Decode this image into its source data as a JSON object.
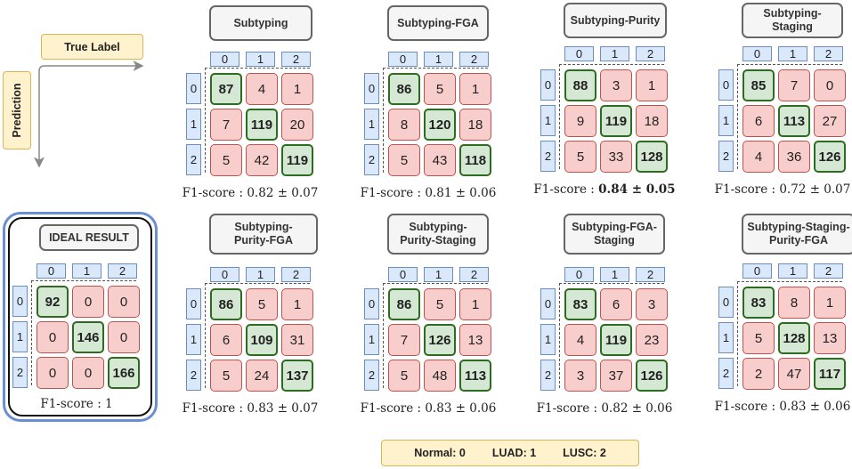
{
  "axis_labels": {
    "true_label": "True Label",
    "prediction": "Prediction"
  },
  "class_indices": [
    "0",
    "1",
    "2"
  ],
  "legend": [
    "Normal: 0",
    "LUAD: 1",
    "LUSC: 2"
  ],
  "ideal": {
    "title": "IDEAL RESULT",
    "matrix": [
      [
        92,
        0,
        0
      ],
      [
        0,
        146,
        0
      ],
      [
        0,
        0,
        166
      ]
    ],
    "f1_text": "F1-score : 1",
    "f1_bold": ""
  },
  "panels": [
    {
      "title": "Subtyping",
      "matrix": [
        [
          87,
          4,
          1
        ],
        [
          7,
          119,
          20
        ],
        [
          5,
          42,
          119
        ]
      ],
      "f1_text": "F1-score : 0.82 ± 0.07",
      "f1_bold": ""
    },
    {
      "title": "Subtyping-FGA",
      "matrix": [
        [
          86,
          5,
          1
        ],
        [
          8,
          120,
          18
        ],
        [
          5,
          43,
          118
        ]
      ],
      "f1_text": "F1-score : 0.81 ± 0.06",
      "f1_bold": ""
    },
    {
      "title": "Subtyping-Purity",
      "matrix": [
        [
          88,
          3,
          1
        ],
        [
          9,
          119,
          18
        ],
        [
          5,
          33,
          128
        ]
      ],
      "f1_text": "F1-score : ",
      "f1_bold": "0.84 ± 0.05"
    },
    {
      "title": "Subtyping-\nStaging",
      "matrix": [
        [
          85,
          7,
          0
        ],
        [
          6,
          113,
          27
        ],
        [
          4,
          36,
          126
        ]
      ],
      "f1_text": "F1-score : 0.72 ± 0.07",
      "f1_bold": ""
    },
    {
      "title": "Subtyping-\nPurity-FGA",
      "matrix": [
        [
          86,
          5,
          1
        ],
        [
          6,
          109,
          31
        ],
        [
          5,
          24,
          137
        ]
      ],
      "f1_text": "F1-score : 0.83 ± 0.07",
      "f1_bold": ""
    },
    {
      "title": "Subtyping-\nPurity-Staging",
      "matrix": [
        [
          86,
          5,
          1
        ],
        [
          7,
          126,
          13
        ],
        [
          5,
          48,
          113
        ]
      ],
      "f1_text": "F1-score : 0.83 ± 0.06",
      "f1_bold": ""
    },
    {
      "title": "Subtyping-FGA-\nStaging",
      "matrix": [
        [
          83,
          6,
          3
        ],
        [
          4,
          119,
          23
        ],
        [
          3,
          37,
          126
        ]
      ],
      "f1_text": "F1-score : 0.82 ± 0.06",
      "f1_bold": ""
    },
    {
      "title": "Subtyping-Staging-\nPurity-FGA",
      "matrix": [
        [
          83,
          8,
          1
        ],
        [
          5,
          128,
          13
        ],
        [
          2,
          47,
          117
        ]
      ],
      "f1_text": "F1-score : 0.83 ± 0.06",
      "f1_bold": ""
    }
  ]
}
